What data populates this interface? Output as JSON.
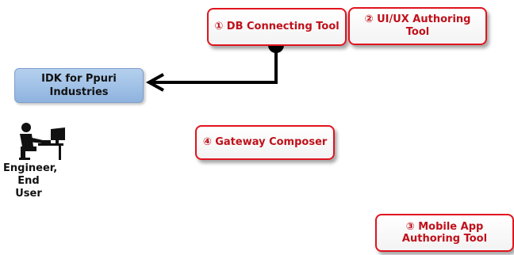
{
  "boxes": {
    "db_connecting_tool": "① DB Connecting Tool",
    "uiux_authoring_tool": "② UI/UX Authoring Tool",
    "mobile_app_authoring_tool": "③ Mobile App Authoring Tool",
    "gateway_composer": "④ Gateway Composer",
    "idk": "IDK for Ppuri Industries"
  },
  "user": {
    "label": "Engineer, End User"
  },
  "colors": {
    "box_border": "#e0141e",
    "box_text": "#c0101a",
    "idk_fill": "#a3c2e6",
    "connector": "#000000"
  },
  "icons": {
    "user": "engineer-at-computer-icon"
  }
}
